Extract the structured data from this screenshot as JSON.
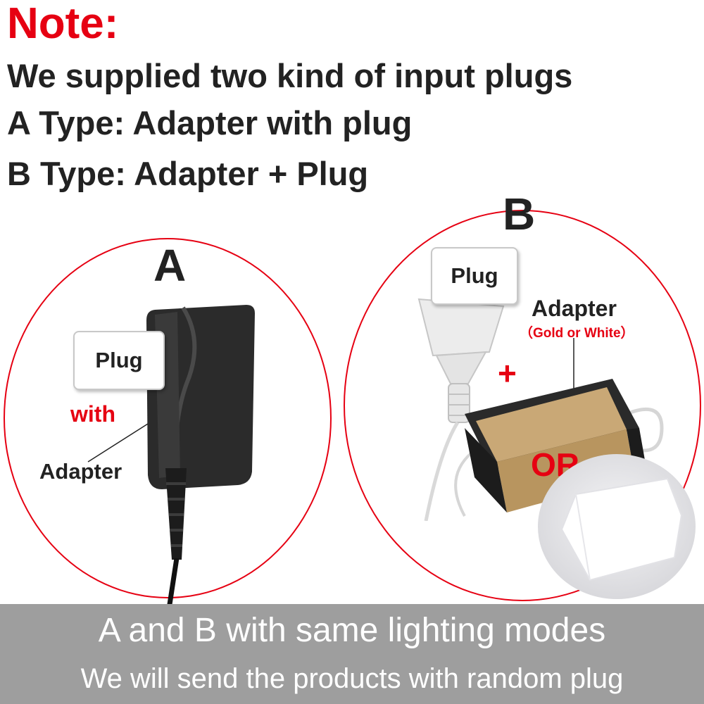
{
  "note": {
    "title": "Note:",
    "line1": "We supplied two kind of input plugs",
    "line2": "A Type: Adapter with plug",
    "line3": "B Type: Adapter + Plug"
  },
  "panel_a": {
    "letter": "A",
    "plug_label": "Plug",
    "with_label": "with",
    "adapter_label": "Adapter"
  },
  "panel_b": {
    "letter": "B",
    "plug_label": "Plug",
    "adapter_label": "Adapter",
    "color_note": "（Gold or White）",
    "plus": "+",
    "or": "OR"
  },
  "banner": {
    "line1": "A and B with same lighting modes",
    "line2": "We will send the products with random plug",
    "bg_color": "#9e9e9e"
  },
  "colors": {
    "accent_red": "#e60012",
    "text_dark": "#222222"
  },
  "icons": [
    "wall-adapter-icon",
    "euro-plug-icon",
    "gold-driver-box-icon",
    "white-driver-box-icon"
  ]
}
